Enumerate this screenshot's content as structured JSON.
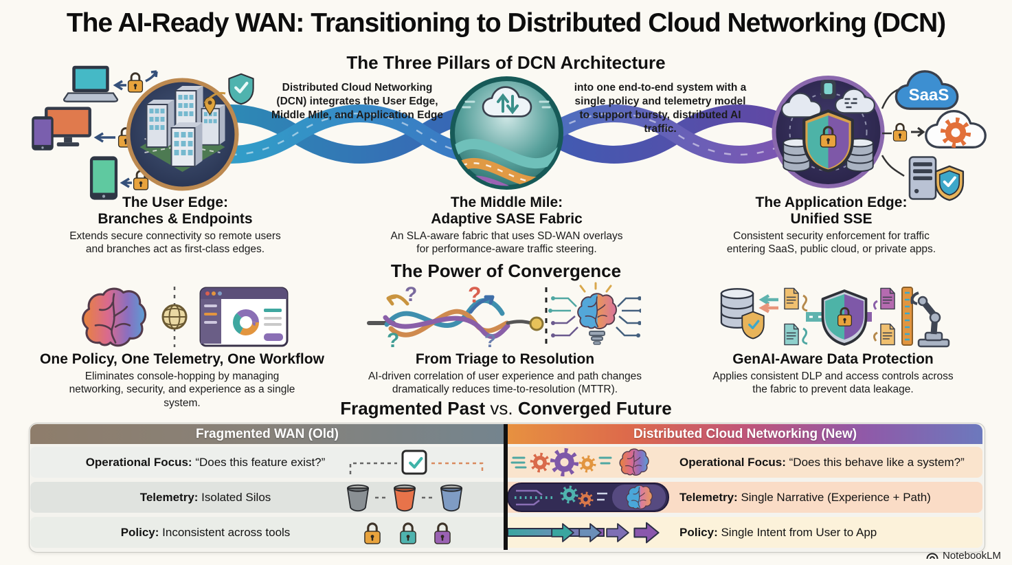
{
  "page": {
    "title": "The AI-Ready WAN: Transitioning to Distributed Cloud Networking (DCN)"
  },
  "pillars_section": {
    "heading": "The Three Pillars of DCN Architecture",
    "intro_left": "Distributed Cloud Networking (DCN) integrates the User Edge, Middle Mile, and Application Edge",
    "intro_right": "into one end-to-end system with a single policy and telemetry model to support bursty, distributed AI traffic.",
    "saas_label": "SaaS",
    "pillars": [
      {
        "title_line1": "The User Edge:",
        "title_line2": "Branches & Endpoints",
        "description": "Extends secure connectivity so remote users and branches act as first-class edges."
      },
      {
        "title_line1": "The Middle Mile:",
        "title_line2": "Adaptive SASE Fabric",
        "description": "An SLA-aware fabric that uses SD-WAN overlays for performance-aware traffic steering."
      },
      {
        "title_line1": "The Application Edge:",
        "title_line2": "Unified SSE",
        "description": "Consistent security enforcement for traffic entering SaaS, public cloud, or private apps."
      }
    ]
  },
  "convergence_section": {
    "heading": "The Power of Convergence",
    "glyphs": {
      "question_mark": "?"
    },
    "items": [
      {
        "title": "One Policy, One Telemetry, One Workflow",
        "description": "Eliminates console-hopping by managing networking, security, and experience as a single system."
      },
      {
        "title": "From Triage to Resolution",
        "description": "AI-driven correlation of user experience and path changes dramatically reduces time-to-resolution (MTTR)."
      },
      {
        "title": "GenAI-Aware Data Protection",
        "description": "Applies consistent DLP and access controls across the fabric to prevent data leakage."
      }
    ]
  },
  "comparison_section": {
    "heading": {
      "part1": "Fragmented Past",
      "vs": " vs. ",
      "part2": "Converged Future"
    },
    "left": {
      "header": "Fragmented WAN (Old)",
      "rows": [
        {
          "label": "Operational Focus:",
          "value": " “Does this feature exist?”"
        },
        {
          "label": "Telemetry:",
          "value": " Isolated Silos"
        },
        {
          "label": "Policy:",
          "value": " Inconsistent across tools"
        }
      ]
    },
    "right": {
      "header": "Distributed Cloud Networking (New)",
      "rows": [
        {
          "label": "Operational Focus:",
          "value": " “Does this behave like a system?”"
        },
        {
          "label": "Telemetry:",
          "value": " Single Narrative (Experience + Path)"
        },
        {
          "label": "Policy:",
          "value": " Single Intent from User to App"
        }
      ]
    }
  },
  "footer": {
    "watermark": "NotebookLM"
  },
  "colors": {
    "background": "#fbf9f3",
    "ribbon_teal": "#2fa8c9",
    "ribbon_blue": "#3b77c3",
    "ribbon_purple": "#7a4fae",
    "old_header_left": "#8e7d6b",
    "old_header_right": "#74848e",
    "new_header_orange": "#e79140",
    "new_header_red": "#dd6a4b",
    "new_header_magenta": "#c05579",
    "new_header_purple": "#9059a8",
    "new_header_blue": "#6c79bd",
    "old_row_gray": "#e0e3df",
    "new_row_peach": "#fae4cd",
    "new_row_cream": "#fcf2da",
    "lock_orange": "#e8a33d",
    "shield_teal": "#4fb3ae",
    "saas_blue": "#3d8fd1"
  }
}
